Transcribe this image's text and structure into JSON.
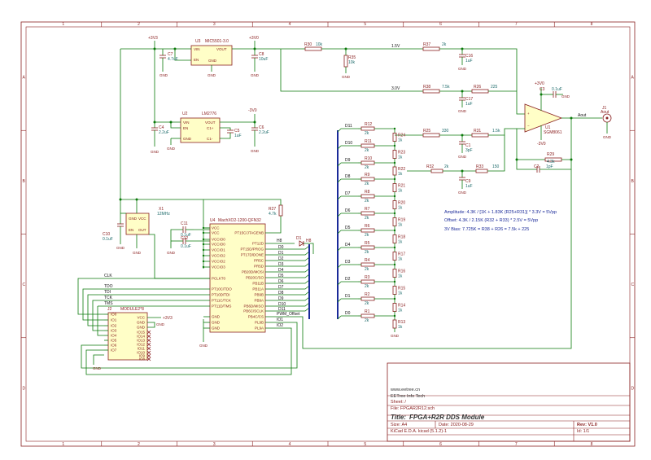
{
  "frame": {
    "cols": [
      "1",
      "2",
      "3",
      "4",
      "5",
      "6",
      "7",
      "8"
    ],
    "rows": [
      "A",
      "B",
      "C",
      "D"
    ]
  },
  "power": {
    "p3v3": "+3V3",
    "p3v0": "+3V0",
    "m3v0": "-3V0",
    "gnd": "GND"
  },
  "components": {
    "u3": {
      "ref": "U3",
      "value": "MIC5501-3.0",
      "pins": [
        "VIN",
        "VOUT",
        "EN",
        "GND"
      ]
    },
    "u2": {
      "ref": "U2",
      "value": "LM2776",
      "pins": [
        "VIN",
        "EN",
        "GND",
        "VOUT",
        "C1+",
        "C1-"
      ]
    },
    "u4": {
      "ref": "U4",
      "value": "MachXO2-1200-QFN32",
      "pins_left": [
        "VCC",
        "VCC",
        "VCCIO0",
        "VCCIO0",
        "VCCIO1",
        "VCCIO2",
        "VCCIO2",
        "VCCIO3",
        "PCLKT0",
        "PT10C/TDO",
        "PT10D/TDI",
        "PT11C/TCK",
        "PT11D/TMS",
        "GND",
        "GND",
        "GND"
      ],
      "pins_right": [
        "PT15C/JTAGENB",
        "PT12D",
        "PT15D/PROG",
        "PT17D/DONE",
        "PR5C",
        "PR5D",
        "PB20D/MOSI",
        "PB20C/SO",
        "PB11B",
        "PB11A",
        "PB9B",
        "PB9A",
        "PB6D/MISO",
        "PB6C/SCLK",
        "PB4C/CS",
        "PL9B",
        "PL9A"
      ]
    },
    "u1": {
      "ref": "U1",
      "value": "SGM8061"
    },
    "x1": {
      "ref": "X1",
      "value": "12MHz",
      "pins": [
        "GND",
        "VCC",
        "EN",
        "OUT"
      ]
    },
    "j2": {
      "ref": "J2",
      "value": "MODULE2*8",
      "pins_left": [
        "IO0",
        "IO1",
        "IO2",
        "IO3",
        "IO4",
        "IO5",
        "IO6",
        "IO7"
      ],
      "pins_right": [
        "VCC",
        "GND",
        "GND",
        "IO15",
        "IO14",
        "IO13",
        "IO12",
        "IO11",
        "IO10",
        "IO9",
        "IO8"
      ]
    },
    "j1": {
      "ref": "J1",
      "value": "Aout"
    },
    "d1": {
      "ref": "D1",
      "value": "H8"
    },
    "r27": {
      "ref": "R27",
      "value": "4.7k"
    },
    "r29": {
      "ref": "R29",
      "value": "4.3k"
    },
    "r30": {
      "ref": "R30",
      "value": "10k"
    },
    "r35": {
      "ref": "R35",
      "value": "10k"
    },
    "r37": {
      "ref": "R37",
      "value": "2k"
    },
    "r38": {
      "ref": "R38",
      "value": "7.5k"
    },
    "r26": {
      "ref": "R26",
      "value": "225"
    },
    "r25": {
      "ref": "R25",
      "value": "330"
    },
    "r31": {
      "ref": "R31",
      "value": "1.5k"
    },
    "r32": {
      "ref": "R32",
      "value": "2k"
    },
    "r33": {
      "ref": "R33",
      "value": "150"
    },
    "c7": {
      "ref": "C7",
      "value": "4.7uF"
    },
    "c8": {
      "ref": "C8",
      "value": "10uF"
    },
    "c4": {
      "ref": "C4",
      "value": "2.2uF"
    },
    "c5": {
      "ref": "C5",
      "value": "1uF"
    },
    "c6": {
      "ref": "C6",
      "value": "2.2uF"
    },
    "c10": {
      "ref": "C10",
      "value": "0.1uF"
    },
    "c11": {
      "ref": "C11",
      "value": "0.1uF"
    },
    "c12": {
      "ref": "C12",
      "value": "0.1uF"
    },
    "c16": {
      "ref": "C16",
      "value": "1uF"
    },
    "c17": {
      "ref": "C17",
      "value": "1uF"
    },
    "c3": {
      "ref": "C3",
      "value": "0.1uF"
    },
    "c1": {
      "ref": "C1",
      "value": "3pF"
    },
    "c9": {
      "ref": "C9",
      "value": "1uF"
    },
    "c2": {
      "ref": "C2",
      "value": "1pF"
    }
  },
  "nets": {
    "v15": "1.5V",
    "v30": "3.0V",
    "aout": "Aout",
    "clk": "CLK",
    "tdo": "TDO",
    "tdi": "TDI",
    "tck": "TCK",
    "tms": "TMS",
    "pwm": "PWM_Offset",
    "io1": "IO1",
    "io2": "IO2",
    "h8": "H8",
    "d_labels": [
      "D0",
      "D1",
      "D2",
      "D3",
      "D4",
      "D5",
      "D6",
      "D7",
      "D8",
      "D9",
      "D10",
      "D11"
    ]
  },
  "ladder": {
    "refs_2k": [
      "R1",
      "R2",
      "R3",
      "R4",
      "R5",
      "R6",
      "R7",
      "R8",
      "R9",
      "R10",
      "R11",
      "R12"
    ],
    "refs_1k": [
      "R13",
      "R14",
      "R15",
      "R16",
      "R17",
      "R18",
      "R19",
      "R20",
      "R21",
      "R22",
      "R23",
      "R24"
    ],
    "v2k": "2k",
    "v1k": "1k"
  },
  "notes": {
    "amp": "Amplitude: 4.3K / [1K + 1.83K (R25+R31)] * 3.3V = 5Vpp",
    "offset": "Offset: 4.3K / 2.15K (R32 + R33) * 2.5V = 5Vpp",
    "bias": "3V Bias: 7.725K = R38 + R26 = 7.5k + 225"
  },
  "title_block": {
    "website": "www.eetree.cn",
    "company": "EETree Info Tech",
    "sheet_label": "Sheet: /",
    "file_label": "File: FPGAR2R12.sch",
    "title_label": "Title:",
    "title": "FPGA+R2R DDS Module",
    "size_label": "Size: A4",
    "date_label": "Date: 2020-08-29",
    "rev_label": "Rev: V1.0",
    "tool": "KiCad E.D.A.  kicad (5.1.2)-1",
    "id": "Id: 1/1"
  }
}
